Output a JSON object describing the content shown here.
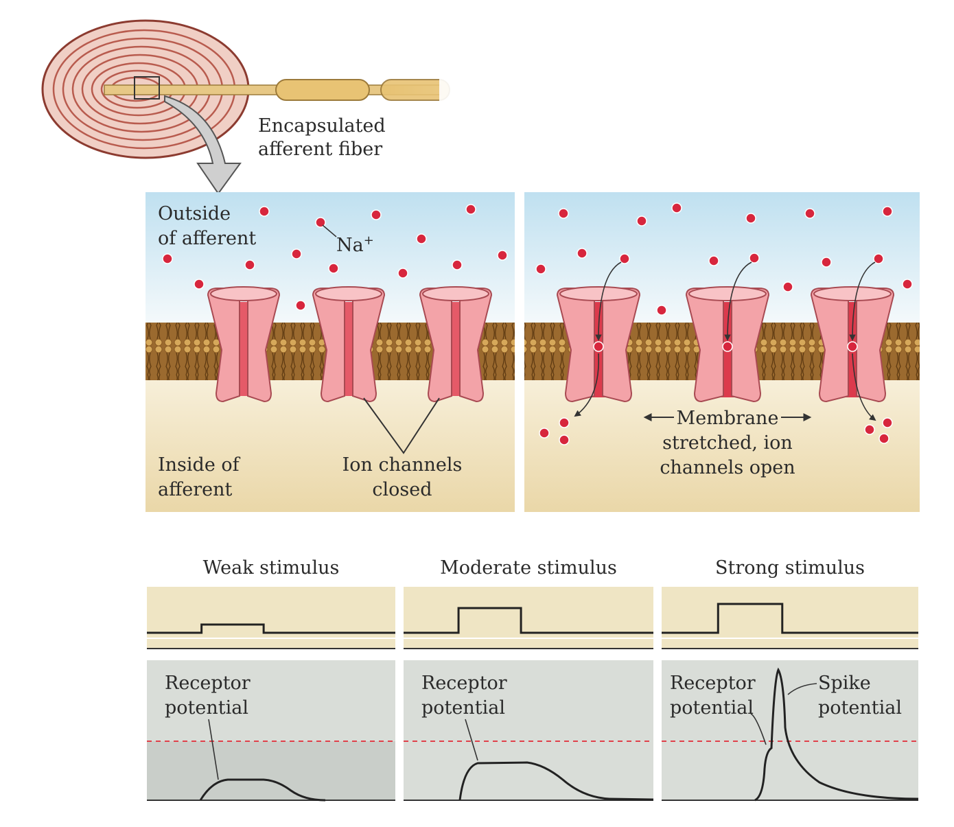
{
  "labels": {
    "encapsulated_line1": "Encapsulated",
    "encapsulated_line2": "afferent fiber",
    "outside_line1": "Outside",
    "outside_line2": "of afferent",
    "na": "Na",
    "na_sup": "+",
    "inside_line1": "Inside of",
    "inside_line2": "afferent",
    "closed_line1": "Ion channels",
    "closed_line2": "closed",
    "membrane_line1": "Membrane",
    "membrane_line2": "stretched, ion",
    "membrane_line3": "channels open"
  },
  "stimuli": [
    {
      "title": "Weak stimulus",
      "receptor_line1": "Receptor",
      "receptor_line2": "potential"
    },
    {
      "title": "Moderate stimulus",
      "receptor_line1": "Receptor",
      "receptor_line2": "potential"
    },
    {
      "title": "Strong stimulus",
      "receptor_line1": "Receptor",
      "receptor_line2": "potential",
      "spike_line1": "Spike",
      "spike_line2": "potential"
    }
  ],
  "colors": {
    "extracellular": "#d6ebf5",
    "intracellular": "#f1e3c4",
    "channel": "#f3a3a8",
    "ion": "#d7263d",
    "stimulus_bg": "#efe5c4",
    "response_bg": "#d9ddd8",
    "threshold": "#e0404a"
  }
}
